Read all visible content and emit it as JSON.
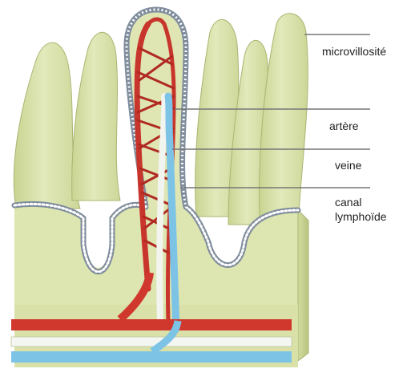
{
  "labels": {
    "microvillosite": "microvillosité",
    "artere": "artère",
    "veine": "veine",
    "canal_line1": "canal",
    "canal_line2": "lymphoïde"
  },
  "colors": {
    "tissue": "#dfe6b4",
    "tissue_shadow": "#c4cf8e",
    "tissue_dark": "#b2bd78",
    "epithelium": "#8a96a6",
    "artery": "#d03a30",
    "artery_dark": "#9c1f1a",
    "vein": "#f4f6f2",
    "lymph": "#7cc3e6",
    "leader": "#777777"
  }
}
